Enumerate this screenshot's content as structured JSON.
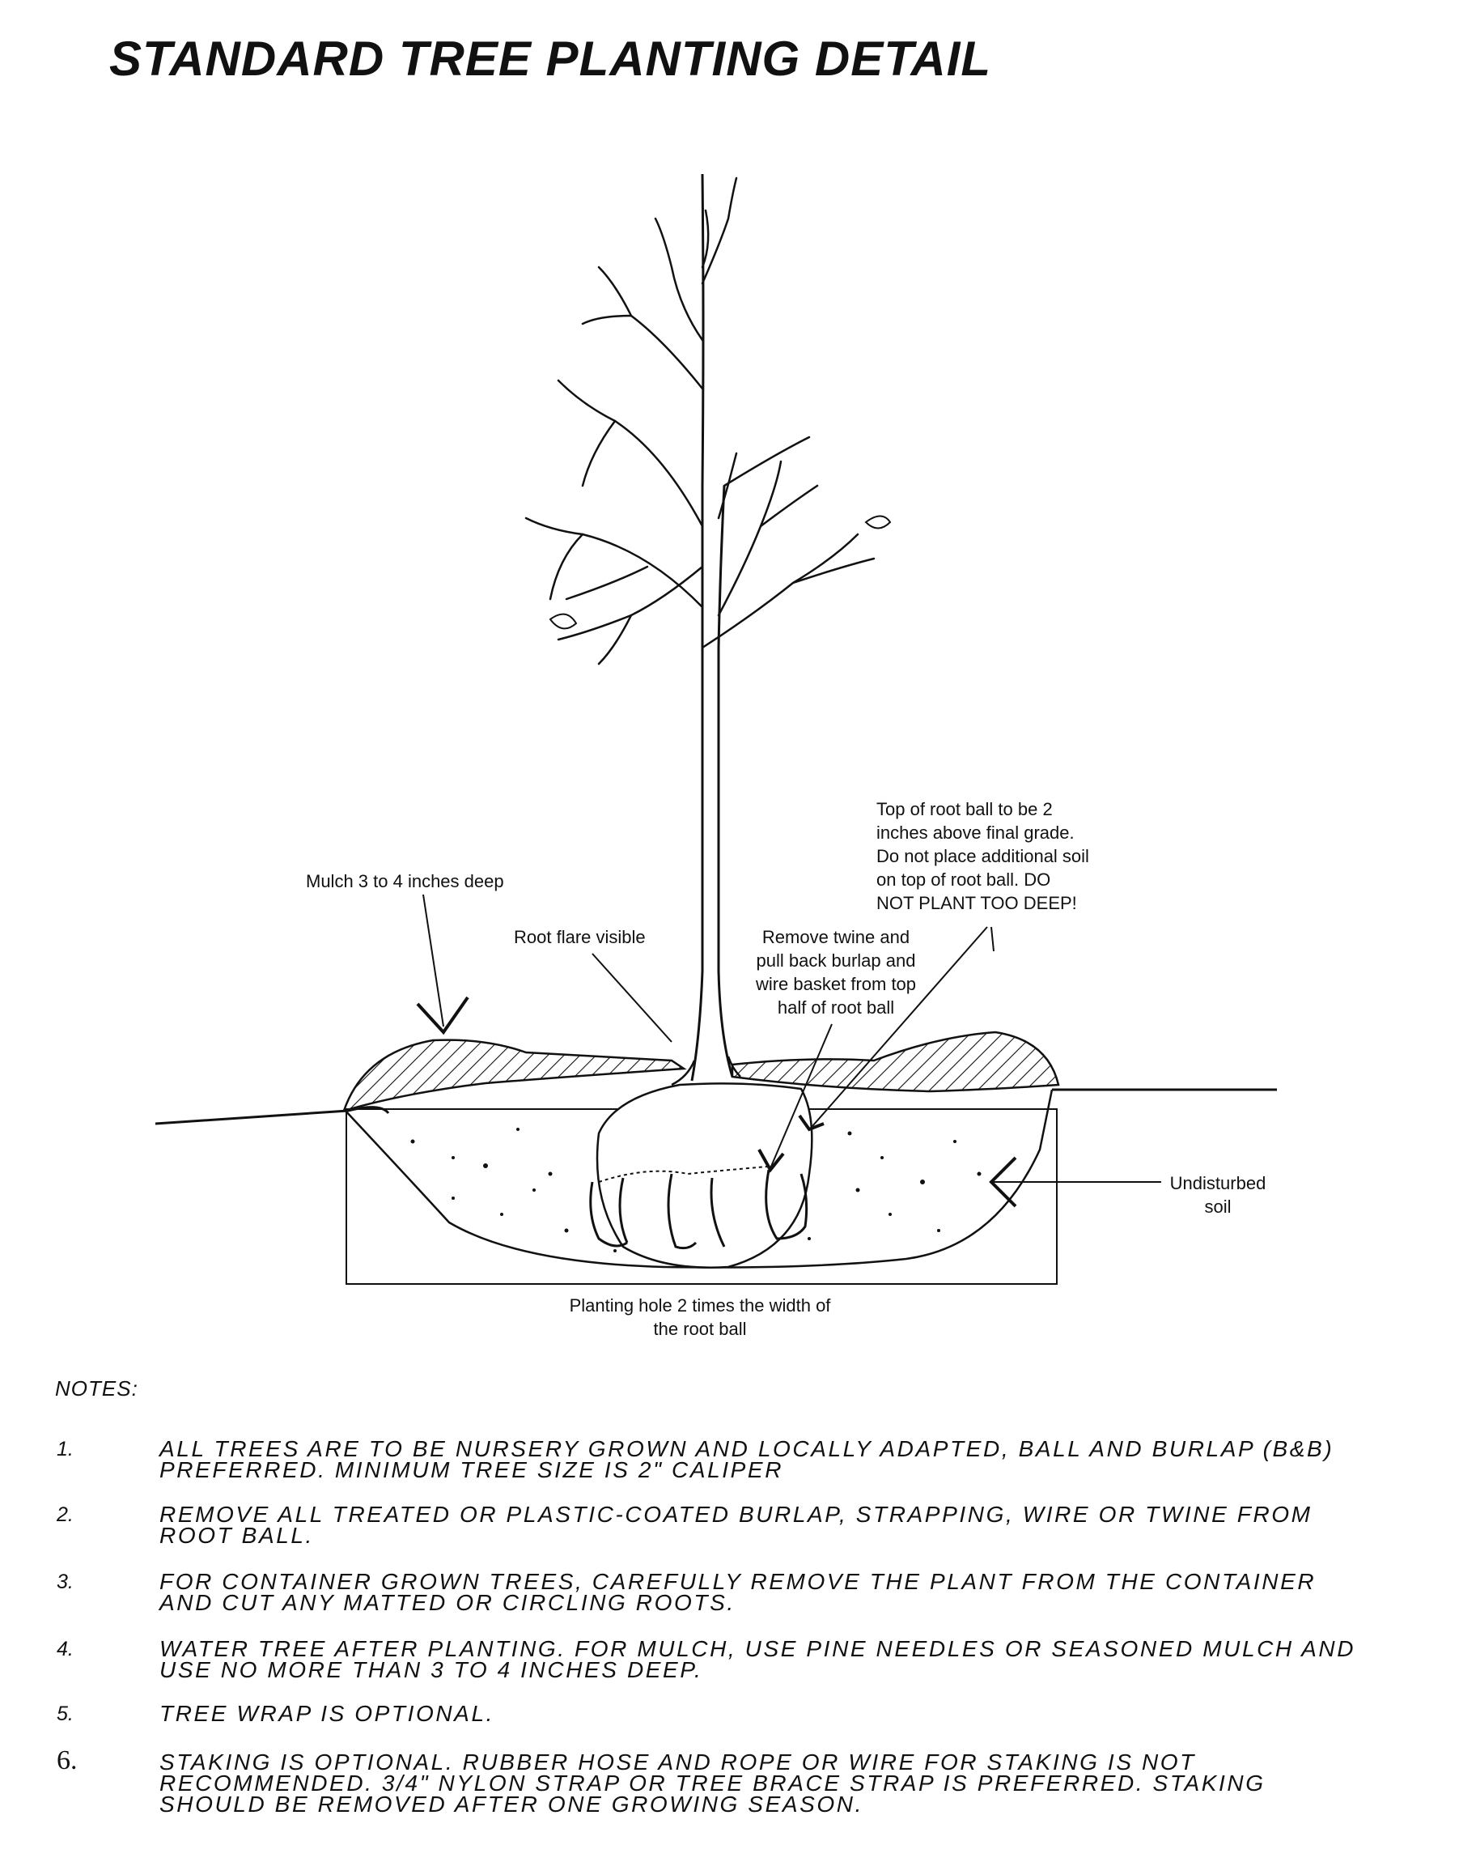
{
  "title": "STANDARD TREE PLANTING DETAIL",
  "labels": {
    "mulch": "Mulch 3 to 4 inches deep",
    "root_flare": "Root flare visible",
    "remove_twine": "Remove twine and\npull back burlap and\nwire basket from top\nhalf of root ball",
    "top_root_ball": "Top of root ball to be 2\ninches above final grade.\nDo not place additional soil\non top of root ball.  DO\nNOT PLANT TOO DEEP!",
    "undisturbed": "Undisturbed\nsoil",
    "planting_hole": "Planting hole 2 times the width of\nthe root ball"
  },
  "notes_heading": "NOTES:",
  "notes": [
    {
      "num": "1.",
      "text": "ALL TREES ARE TO BE NURSERY GROWN AND LOCALLY ADAPTED, BALL AND BURLAP (B&B)\nPREFERRED.  MINIMUM TREE SIZE IS 2\" CALIPER"
    },
    {
      "num": "2.",
      "text": "REMOVE ALL TREATED OR PLASTIC-COATED BURLAP, STRAPPING, WIRE OR TWINE FROM\nROOT BALL."
    },
    {
      "num": "3.",
      "text": "FOR CONTAINER GROWN TREES, CAREFULLY REMOVE THE PLANT FROM THE CONTAINER\nAND CUT ANY MATTED OR CIRCLING ROOTS."
    },
    {
      "num": "4.",
      "text": "WATER TREE AFTER PLANTING.  FOR MULCH, USE PINE NEEDLES OR SEASONED MULCH AND\nUSE NO MORE THAN 3 TO 4 INCHES DEEP."
    },
    {
      "num": "5.",
      "text": "TREE WRAP IS OPTIONAL."
    },
    {
      "num": "6.",
      "text": "STAKING IS OPTIONAL.  RUBBER HOSE AND ROPE OR WIRE FOR STAKING IS NOT\nRECOMMENDED.  3/4\" NYLON STRAP OR TREE BRACE STRAP IS PREFERRED.  STAKING\nSHOULD BE REMOVED AFTER ONE GROWING SEASON."
    }
  ]
}
